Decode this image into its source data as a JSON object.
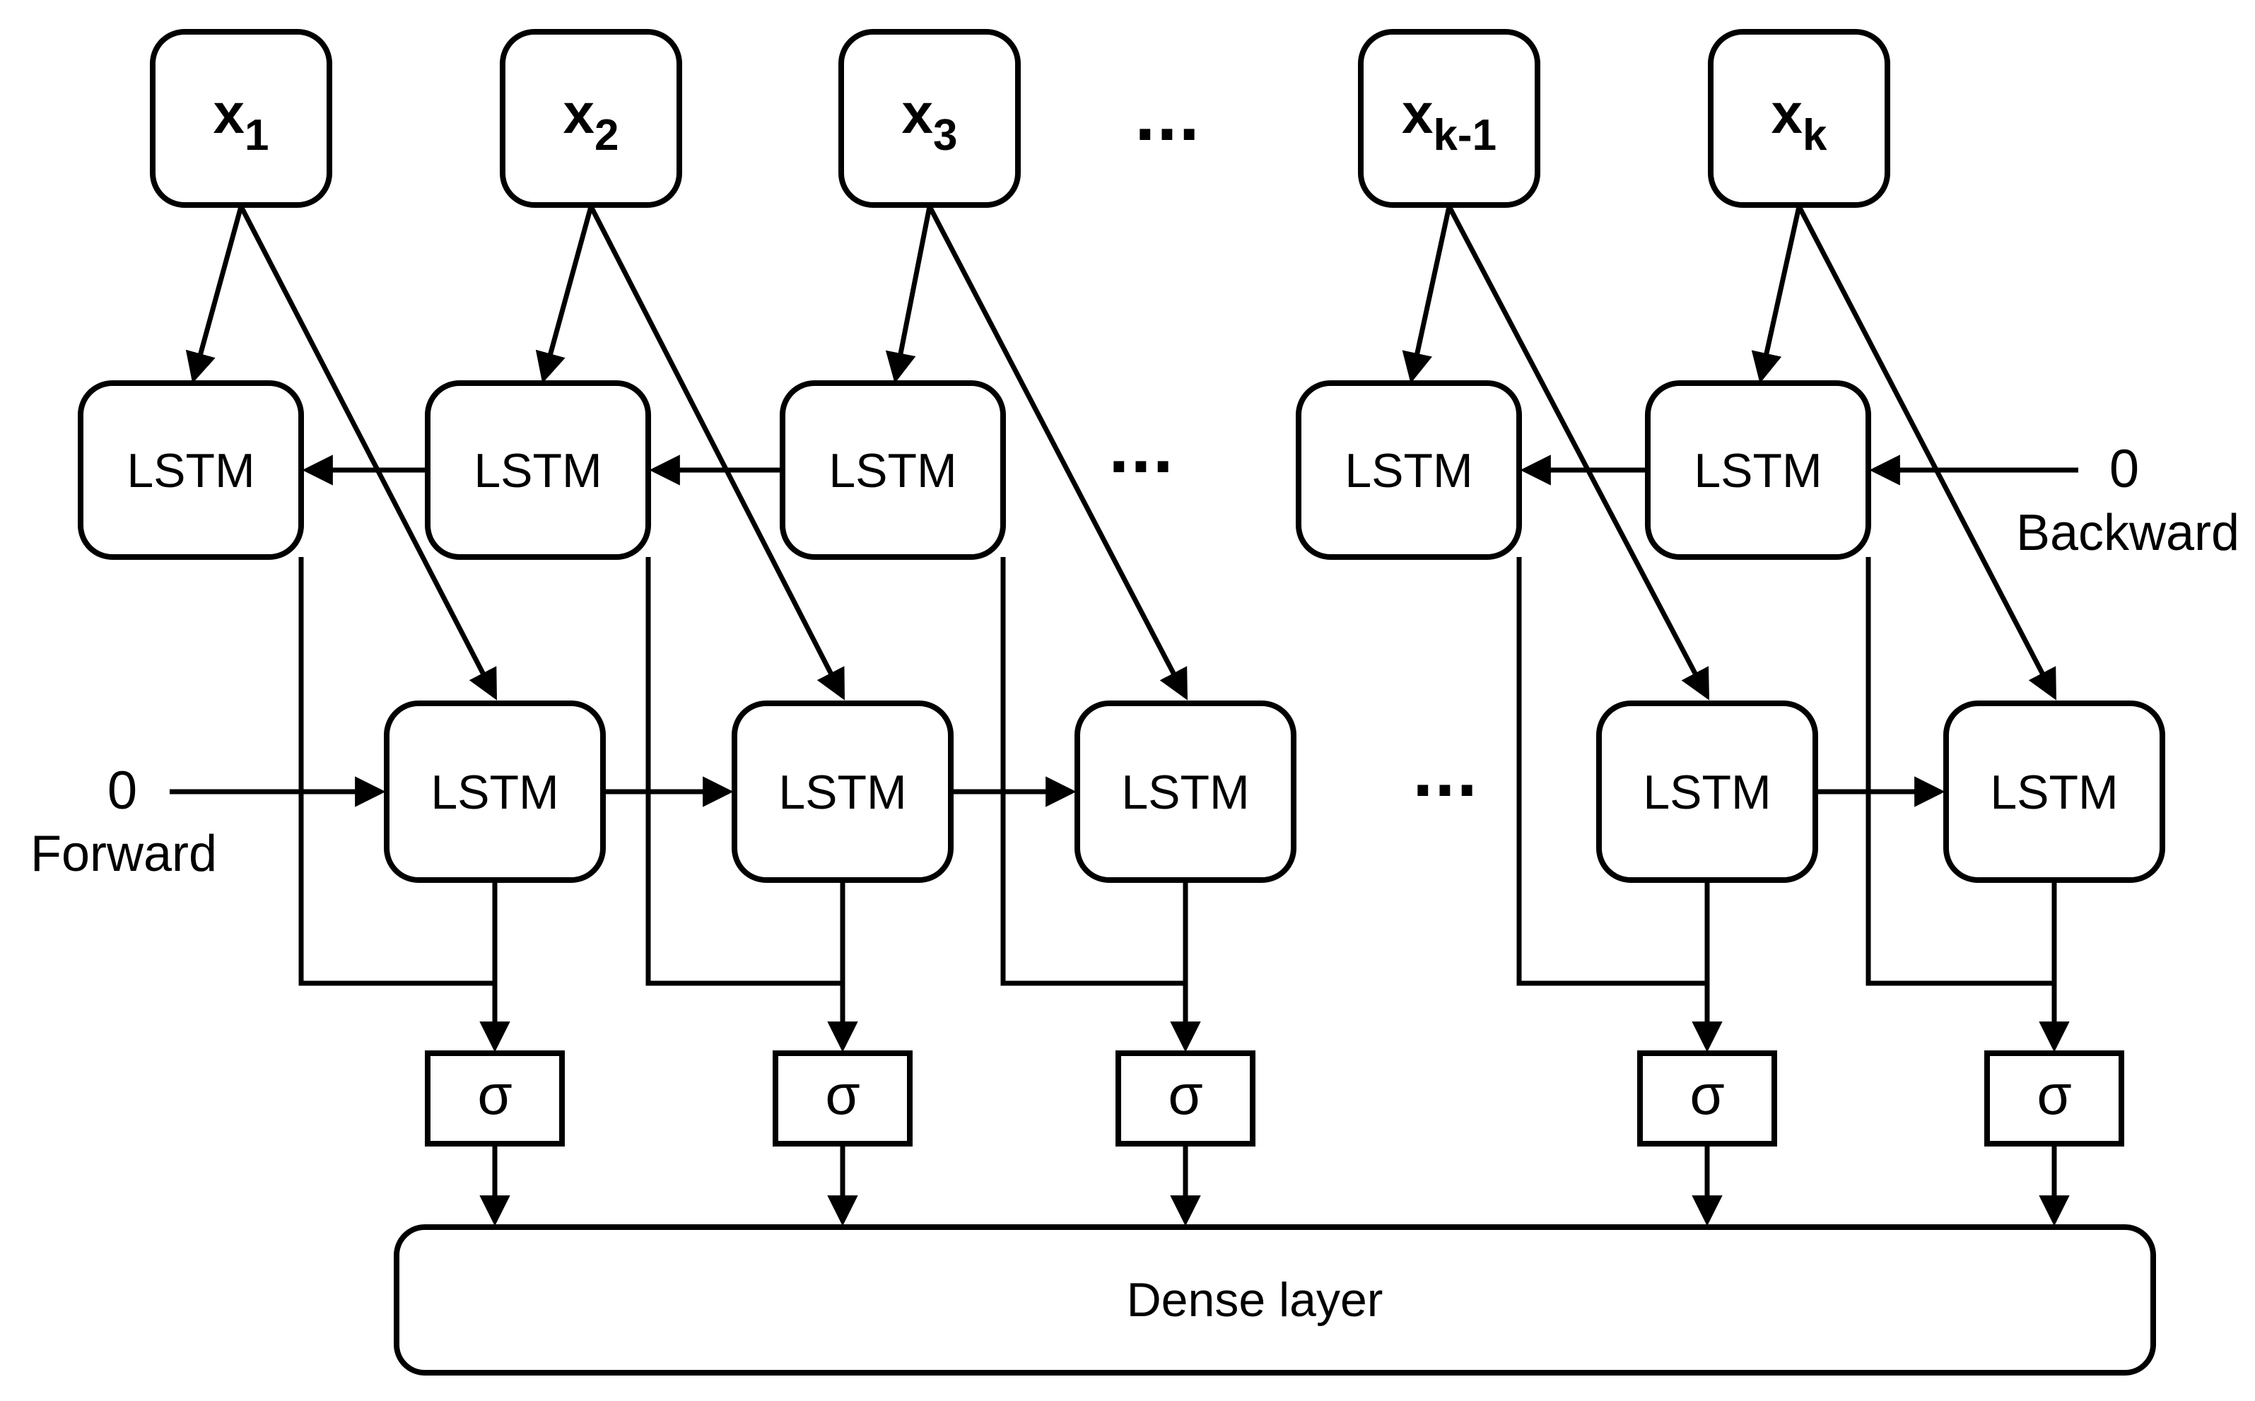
{
  "diagram": {
    "inputs": [
      {
        "base": "x",
        "sub": "1"
      },
      {
        "base": "x",
        "sub": "2"
      },
      {
        "base": "x",
        "sub": "3"
      },
      {
        "base": "x",
        "sub": "k-1"
      },
      {
        "base": "x",
        "sub": "k"
      }
    ],
    "lstm_label": "LSTM",
    "sigma_label": "σ",
    "dense_label": "Dense layer",
    "ellipsis": "...",
    "forward": {
      "init": "0",
      "label": "Forward"
    },
    "backward": {
      "init": "0",
      "label": "Backward"
    },
    "colors": {
      "stroke": "#000000",
      "background": "#ffffff"
    }
  }
}
